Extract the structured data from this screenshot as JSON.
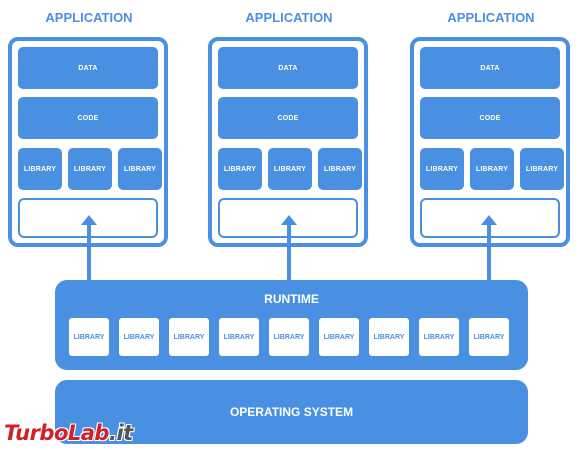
{
  "applications": [
    {
      "title": "APPLICATION",
      "data_label": "DATA",
      "code_label": "CODE",
      "libraries": [
        "LIBRARY",
        "LIBRARY",
        "LIBRARY"
      ]
    },
    {
      "title": "APPLICATION",
      "data_label": "DATA",
      "code_label": "CODE",
      "libraries": [
        "LIBRARY",
        "LIBRARY",
        "LIBRARY"
      ]
    },
    {
      "title": "APPLICATION",
      "data_label": "DATA",
      "code_label": "CODE",
      "libraries": [
        "LIBRARY",
        "LIBRARY",
        "LIBRARY"
      ]
    }
  ],
  "runtime": {
    "title": "RUNTIME",
    "libraries": [
      "LIBRARY",
      "LIBRARY",
      "LIBRARY",
      "LIBRARY",
      "LIBRARY",
      "LIBRARY",
      "LIBRARY",
      "LIBRARY",
      "LIBRARY"
    ]
  },
  "os": {
    "label": "OPERATING SYSTEM"
  },
  "watermark": {
    "part1": "TurboLab",
    "part2": ".it"
  },
  "colors": {
    "accent": "#4a90e2",
    "watermark_red": "#d0202a"
  }
}
